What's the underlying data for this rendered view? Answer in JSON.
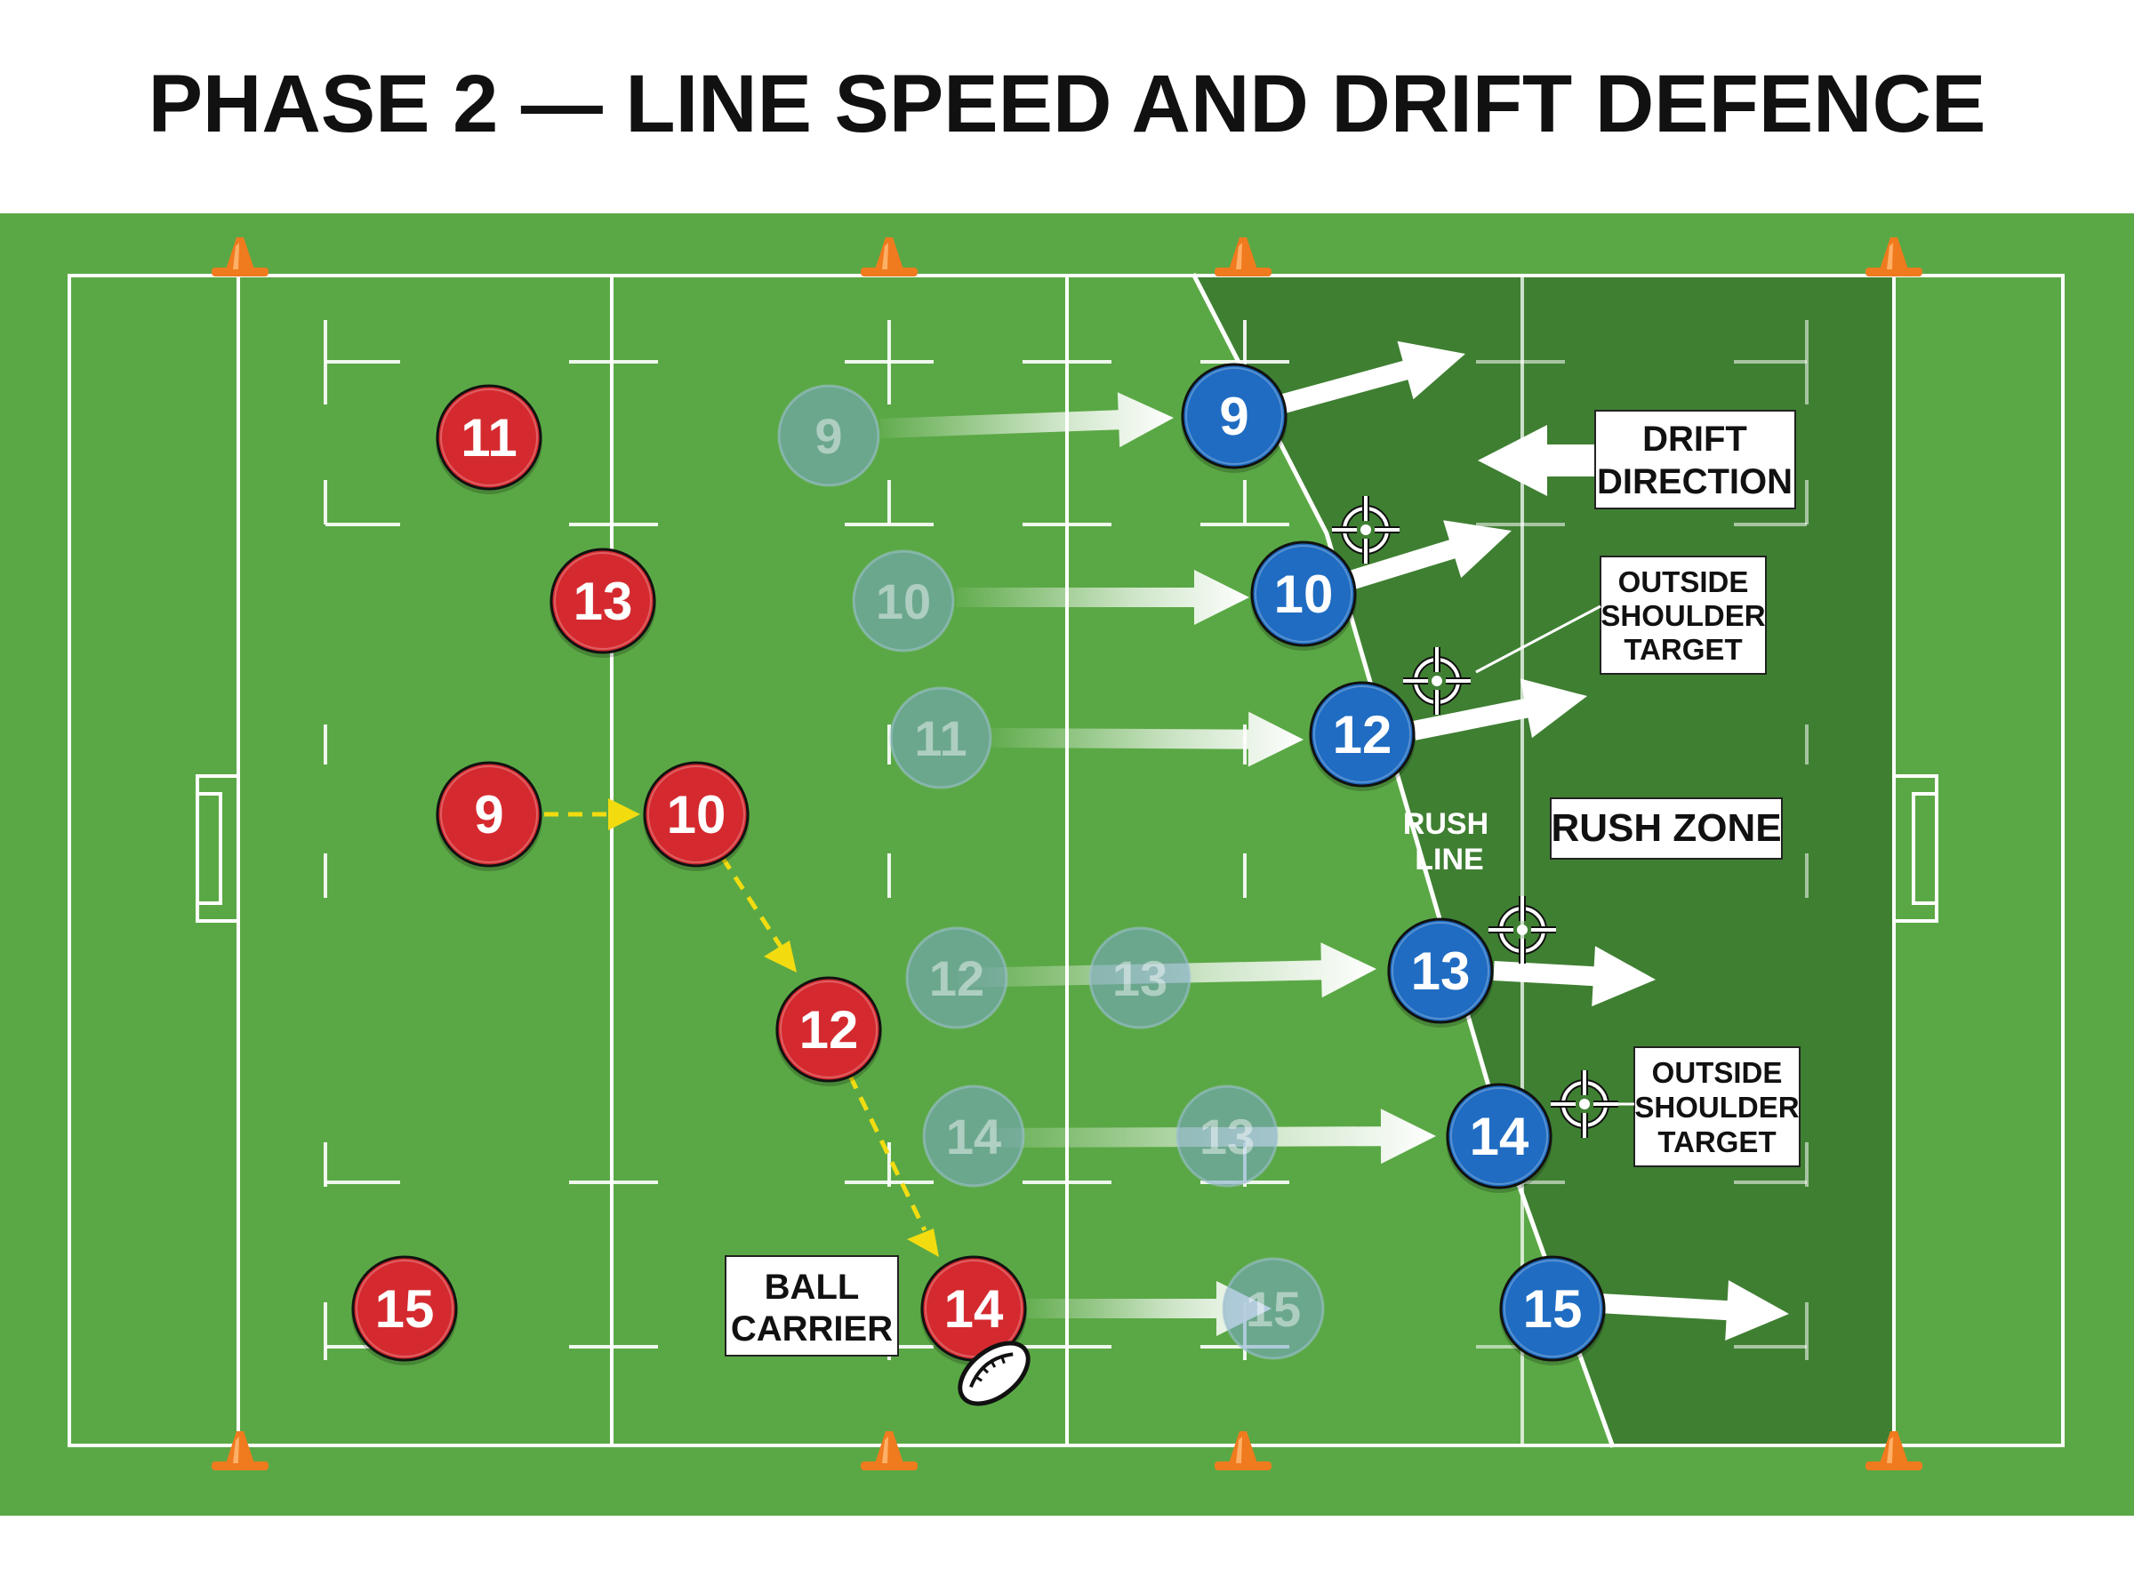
{
  "title": "PHASE 2 — LINE SPEED AND DRIFT DEFENCE",
  "colors": {
    "pitch": "#5aa845",
    "rush_zone": "#3f7f32",
    "lines": "#ffffff",
    "attack": "#d42a2f",
    "defence": "#1f6cc2",
    "ghost": "#8ab5c4",
    "pass_arrow": "#f2dc10",
    "cone": "#f07a1e"
  },
  "icons": {
    "cone": "cone-icon",
    "target": "crosshair-icon",
    "ball": "rugby-ball-icon"
  },
  "attackers": [
    "11",
    "13",
    "9",
    "10",
    "12",
    "15",
    "14"
  ],
  "ghost_defenders": [
    "9",
    "10",
    "11",
    "12",
    "13",
    "14",
    "13",
    "15"
  ],
  "defenders": [
    "9",
    "10",
    "12",
    "13",
    "14",
    "15"
  ],
  "labels": {
    "drift_direction": [
      "DRIFT",
      "DIRECTION"
    ],
    "outside_shoulder_top": [
      "OUTSIDE",
      "SHOULDER",
      "TARGET"
    ],
    "outside_shoulder_bottom": [
      "OUTSIDE",
      "SHOULDER",
      "TARGET"
    ],
    "rush_line": [
      "RUSH",
      "LINE"
    ],
    "rush_zone": "RUSH ZONE",
    "ball_carrier": [
      "BALL",
      "CARRIER"
    ]
  }
}
